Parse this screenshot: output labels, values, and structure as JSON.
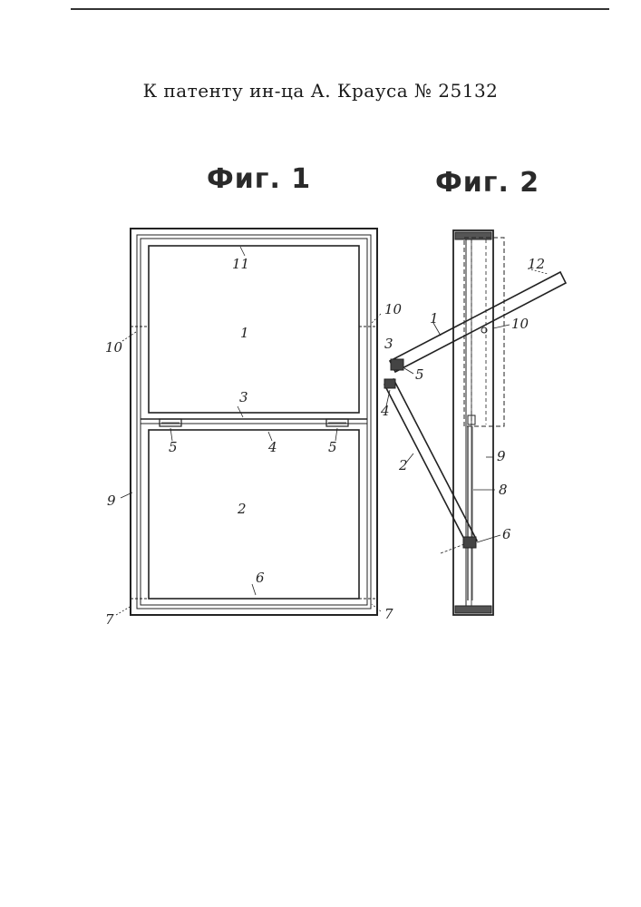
{
  "header": {
    "title": "К патенту ин-ца А. Крауса № 25132"
  },
  "figures": {
    "fig1": {
      "title": "Фиг. 1",
      "labels": {
        "label_11": "11",
        "label_1": "1",
        "label_10_right": "10",
        "label_10_left": "10",
        "label_3": "3",
        "label_4": "4",
        "label_5_left": "5",
        "label_5_right": "5",
        "label_9": "9",
        "label_2": "2",
        "label_6": "6",
        "label_7_right": "7",
        "label_7_left": "7"
      }
    },
    "fig2": {
      "title": "Фиг. 2",
      "labels": {
        "label_12": "12",
        "label_1": "1",
        "label_10": "10",
        "label_3": "3",
        "label_5": "5",
        "label_4": "4",
        "label_9": "9",
        "label_2": "2",
        "label_8": "8",
        "label_6": "6"
      }
    }
  }
}
